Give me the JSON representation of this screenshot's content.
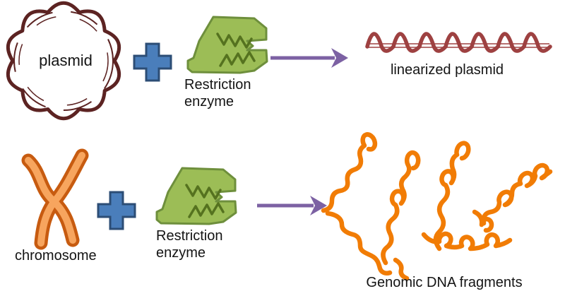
{
  "background_color": "#ffffff",
  "colors": {
    "plasmid-ring": "#5c2322",
    "linearized-dna": "#9e4141",
    "enzyme-fill": "#9cbd56",
    "enzyme-border": "#6e8f3c",
    "enzyme-teeth": "#55721f",
    "plus-fill": "#4a7ebb",
    "plus-border": "#2c4d75",
    "arrow": "#7c61a3",
    "chromosome-outline": "#c75b10",
    "chromosome-fill": "#f7a55e",
    "dna-fragments": "#f17c05",
    "label-text": "#141414"
  },
  "labels": {
    "plasmid": "plasmid",
    "restriction_enzyme": {
      "line1": "Restriction",
      "line2": "enzyme"
    },
    "linearized_plasmid": "linearized plasmid",
    "chromosome": "chromosome",
    "genomic_dna_fragments": "Genomic DNA fragments"
  },
  "symbols": {
    "plus": "+",
    "arrow_direction": "right"
  },
  "diagram": {
    "type": "process-diagram",
    "rows": [
      {
        "inputs": [
          "plasmid",
          "Restriction enzyme"
        ],
        "operator": "+",
        "output": "linearized plasmid"
      },
      {
        "inputs": [
          "chromosome",
          "Restriction enzyme"
        ],
        "operator": "+",
        "output": "Genomic DNA fragments"
      }
    ]
  }
}
